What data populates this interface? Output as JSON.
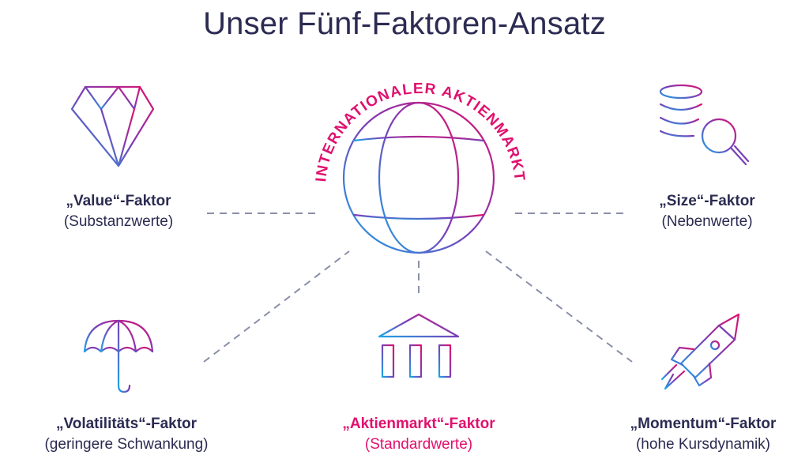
{
  "title": "Unser Fünf-Faktoren-Ansatz",
  "center": {
    "arc_text": "INTERNATIONALER AKTIENMARKT",
    "icon": "globe-icon"
  },
  "factors": {
    "value": {
      "name": "„Value“-Faktor",
      "sub": "(Substanzwerte)",
      "icon": "diamond-icon"
    },
    "size": {
      "name": "„Size“-Faktor",
      "sub": "(Nebenwerte)",
      "icon": "database-search-icon"
    },
    "volatility": {
      "name": "„Volatilitäts“-Faktor",
      "sub": "(geringere Schwankung)",
      "icon": "umbrella-icon"
    },
    "market": {
      "name": "„Aktienmarkt“-Faktor",
      "sub": "(Standardwerte)",
      "icon": "bank-building-icon"
    },
    "momentum": {
      "name": "„Momentum“-Faktor",
      "sub": "(hohe Kursdynamik)",
      "icon": "rocket-icon"
    }
  },
  "colors": {
    "text": "#2b2b52",
    "accent": "#e0106e",
    "gradient_start": "#1aa7e8",
    "gradient_mid": "#7a3fb8",
    "gradient_end": "#e0106e",
    "connector": "#8a8fa8"
  }
}
